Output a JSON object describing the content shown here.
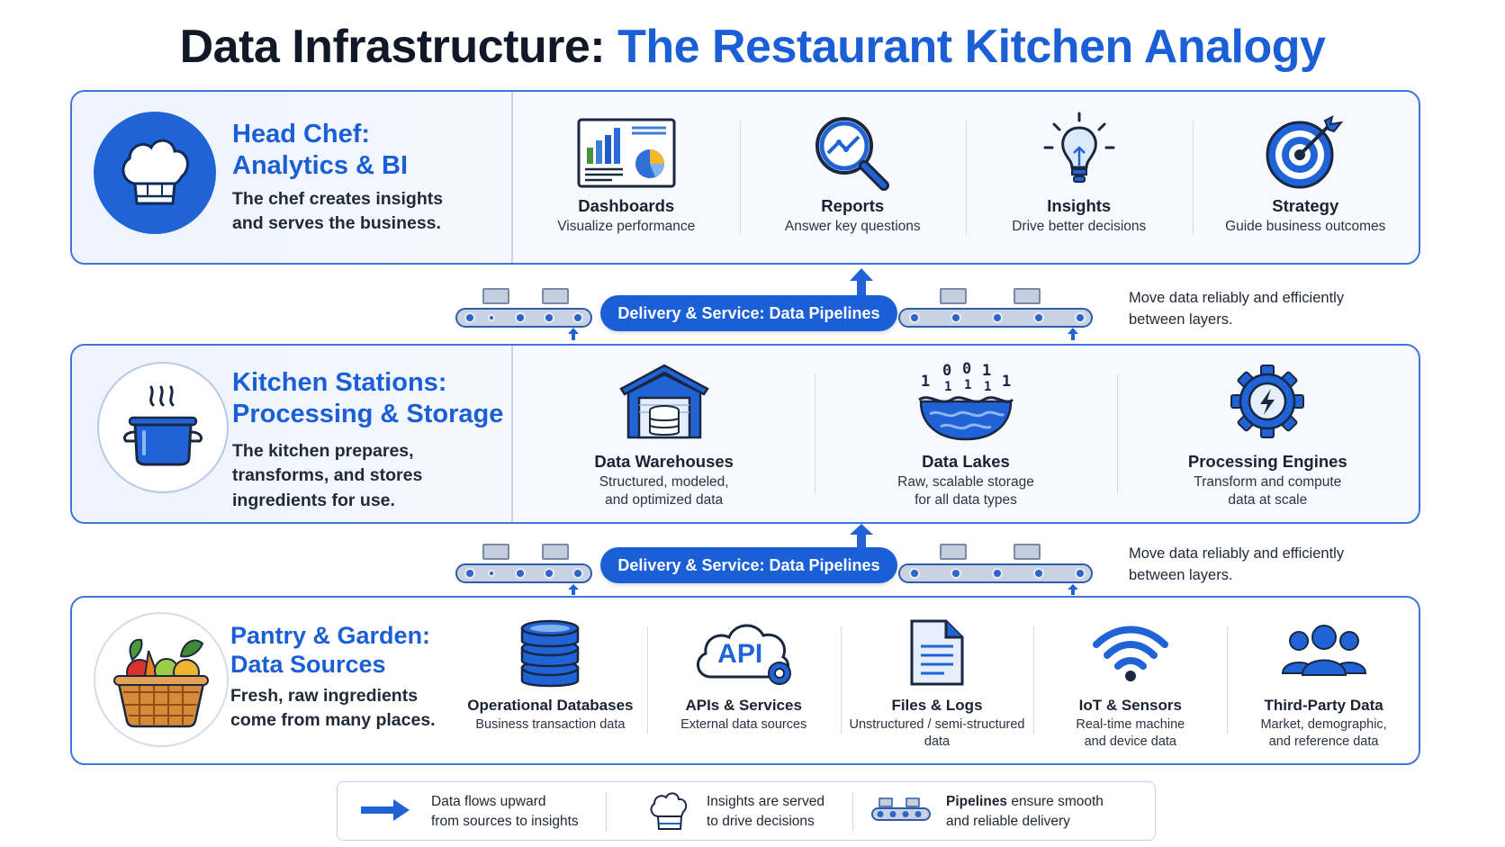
{
  "title": {
    "main": "Data Infrastructure:",
    "accent": "The Restaurant Kitchen Analogy"
  },
  "colors": {
    "accent": "#1b5fd6",
    "border": "#3f74da",
    "text": "#1a2233"
  },
  "top_layer": {
    "icon": "chef-hat-icon",
    "heading_line1": "Head Chef:",
    "heading_line2": "Analytics & BI",
    "desc_line1": "The chef creates insights",
    "desc_line2": "and serves the business.",
    "items": [
      {
        "icon": "dashboard-icon",
        "name": "Dashboards",
        "sub": "Visualize performance"
      },
      {
        "icon": "magnifier-chart-icon",
        "name": "Reports",
        "sub": "Answer key questions"
      },
      {
        "icon": "lightbulb-icon",
        "name": "Insights",
        "sub": "Drive better decisions"
      },
      {
        "icon": "target-icon",
        "name": "Strategy",
        "sub": "Guide business outcomes"
      }
    ]
  },
  "pipeline": {
    "label": "Delivery & Service: Data Pipelines",
    "note_line1": "Move data reliably and efficiently",
    "note_line2": "between layers."
  },
  "mid_layer": {
    "icon": "cooking-pot-icon",
    "heading_line1": "Kitchen Stations:",
    "heading_line2": "Processing & Storage",
    "desc_line1": "The kitchen prepares,",
    "desc_line2": "transforms, and stores",
    "desc_line3": "ingredients for use.",
    "items": [
      {
        "icon": "warehouse-icon",
        "name": "Data Warehouses",
        "sub1": "Structured, modeled,",
        "sub2": "and optimized data"
      },
      {
        "icon": "data-lake-icon",
        "name": "Data Lakes",
        "sub1": "Raw, scalable storage",
        "sub2": "for all data types",
        "binary": [
          "1",
          "0",
          "1",
          "0",
          "1",
          "1",
          "1",
          "1"
        ]
      },
      {
        "icon": "gear-bolt-icon",
        "name": "Processing Engines",
        "sub1": "Transform and compute",
        "sub2": "data at scale"
      }
    ]
  },
  "bot_layer": {
    "icon": "vegetable-basket-icon",
    "heading_line1": "Pantry & Garden:",
    "heading_line2": "Data Sources",
    "desc_line1": "Fresh, raw ingredients",
    "desc_line2": "come from many places.",
    "items": [
      {
        "icon": "database-icon",
        "name": "Operational Databases",
        "sub1": "Business transaction data",
        "sub2": ""
      },
      {
        "icon": "api-cloud-icon",
        "name": "APIs & Services",
        "sub1": "External data sources",
        "sub2": "",
        "badge": "API"
      },
      {
        "icon": "document-icon",
        "name": "Files & Logs",
        "sub1": "Unstructured / semi-structured",
        "sub2": "data"
      },
      {
        "icon": "wifi-icon",
        "name": "IoT & Sensors",
        "sub1": "Real-time machine",
        "sub2": "and device data"
      },
      {
        "icon": "people-icon",
        "name": "Third-Party Data",
        "sub1": "Market, demographic,",
        "sub2": "and reference data"
      }
    ]
  },
  "legend": [
    {
      "icon": "arrow-right-icon",
      "bold": "Data flows upward",
      "rest": "from sources to insights"
    },
    {
      "icon": "chef-hat-icon",
      "bold": "Insights are served",
      "rest": "to drive decisions"
    },
    {
      "icon": "conveyor-icon",
      "bold": "Pipelines",
      "rest_inline": " ensure smooth",
      "rest": "and reliable delivery"
    }
  ]
}
